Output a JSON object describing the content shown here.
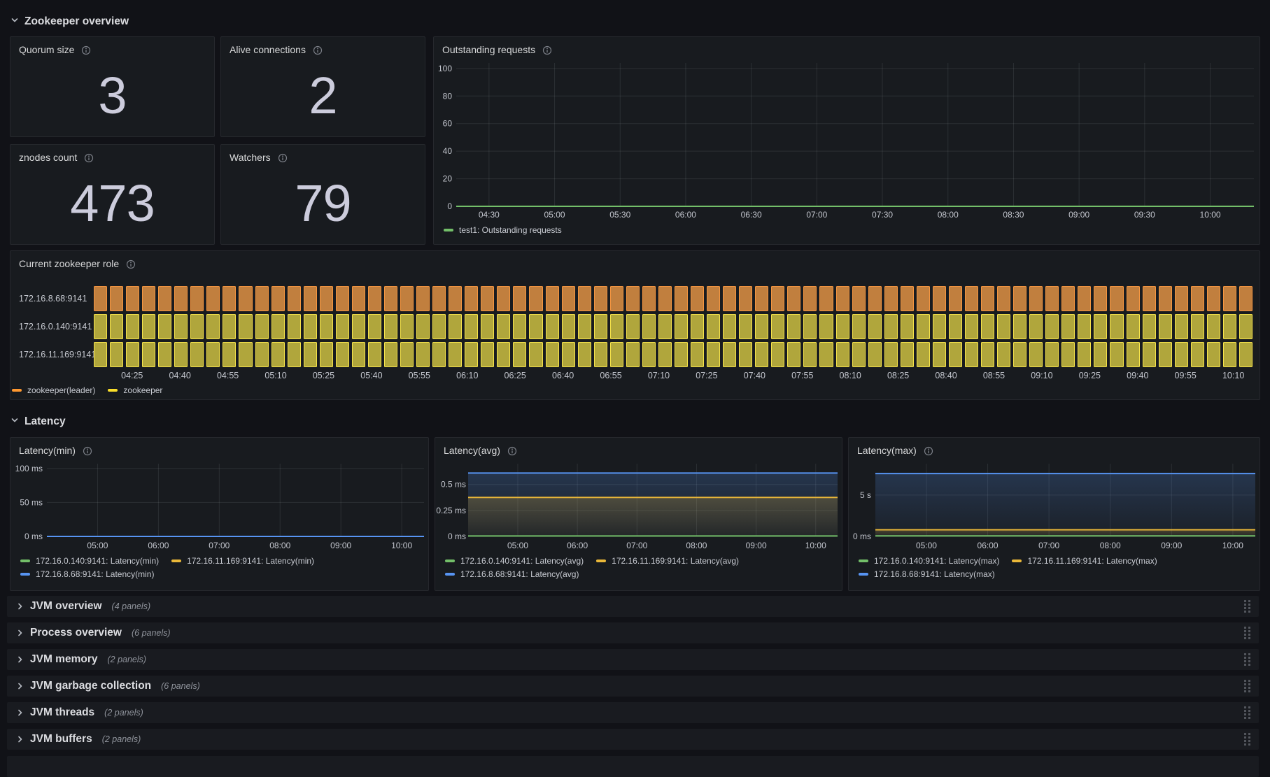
{
  "sections": [
    {
      "title": "Zookeeper overview",
      "state": "expanded"
    },
    {
      "title": "Latency",
      "state": "expanded"
    }
  ],
  "stats": [
    {
      "title": "Quorum size",
      "value": "3"
    },
    {
      "title": "Alive connections",
      "value": "2"
    },
    {
      "title": "znodes count",
      "value": "473"
    },
    {
      "title": "Watchers",
      "value": "79"
    }
  ],
  "colors": {
    "green": "#73bf69",
    "yellow": "#eab839",
    "blue": "#5794f2",
    "orange_border": "#ff9830",
    "orange_fill": "#c17f3e",
    "yellow_border": "#f6e34a",
    "yellow_fill": "#b0a63c",
    "legend_orange": "#ff9830",
    "legend_yellow": "#fade2a",
    "panel_bg": "#181b1f",
    "page_bg": "#111217"
  },
  "chart_data": [
    {
      "id": "outstanding-requests",
      "type": "line",
      "title": "Outstanding requests",
      "x_domain": [
        255,
        620
      ],
      "x_ticks": [
        {
          "m": 270,
          "label": "04:30"
        },
        {
          "m": 300,
          "label": "05:00"
        },
        {
          "m": 330,
          "label": "05:30"
        },
        {
          "m": 360,
          "label": "06:00"
        },
        {
          "m": 390,
          "label": "06:30"
        },
        {
          "m": 420,
          "label": "07:00"
        },
        {
          "m": 450,
          "label": "07:30"
        },
        {
          "m": 480,
          "label": "08:00"
        },
        {
          "m": 510,
          "label": "08:30"
        },
        {
          "m": 540,
          "label": "09:00"
        },
        {
          "m": 570,
          "label": "09:30"
        },
        {
          "m": 600,
          "label": "10:00"
        }
      ],
      "ylim": [
        0,
        104
      ],
      "y_ticks": [
        {
          "v": 0,
          "label": "0"
        },
        {
          "v": 20,
          "label": "20"
        },
        {
          "v": 40,
          "label": "40"
        },
        {
          "v": 60,
          "label": "60"
        },
        {
          "v": 80,
          "label": "80"
        },
        {
          "v": 100,
          "label": "100"
        }
      ],
      "series": [
        {
          "name": "test1: Outstanding requests",
          "color": "#73bf69",
          "value": 0,
          "fill": false
        }
      ],
      "legend_rows": [
        [
          {
            "label": "test1: Outstanding requests",
            "color": "#73bf69"
          }
        ]
      ]
    },
    {
      "id": "current-zookeeper-role",
      "type": "state-timeline",
      "title": "Current zookeeper role",
      "x_domain": [
        253,
        616
      ],
      "bar_count": 72,
      "x_ticks": [
        {
          "m": 265,
          "label": "04:25"
        },
        {
          "m": 280,
          "label": "04:40"
        },
        {
          "m": 295,
          "label": "04:55"
        },
        {
          "m": 310,
          "label": "05:10"
        },
        {
          "m": 325,
          "label": "05:25"
        },
        {
          "m": 340,
          "label": "05:40"
        },
        {
          "m": 355,
          "label": "05:55"
        },
        {
          "m": 370,
          "label": "06:10"
        },
        {
          "m": 385,
          "label": "06:25"
        },
        {
          "m": 400,
          "label": "06:40"
        },
        {
          "m": 415,
          "label": "06:55"
        },
        {
          "m": 430,
          "label": "07:10"
        },
        {
          "m": 445,
          "label": "07:25"
        },
        {
          "m": 460,
          "label": "07:40"
        },
        {
          "m": 475,
          "label": "07:55"
        },
        {
          "m": 490,
          "label": "08:10"
        },
        {
          "m": 505,
          "label": "08:25"
        },
        {
          "m": 520,
          "label": "08:40"
        },
        {
          "m": 535,
          "label": "08:55"
        },
        {
          "m": 550,
          "label": "09:10"
        },
        {
          "m": 565,
          "label": "09:25"
        },
        {
          "m": 580,
          "label": "09:40"
        },
        {
          "m": 595,
          "label": "09:55"
        },
        {
          "m": 610,
          "label": "10:10"
        }
      ],
      "rows": [
        {
          "label": "172.16.8.68:9141",
          "state": "zookeeper(leader)",
          "fill": "#c17f3e",
          "border": "#f59640"
        },
        {
          "label": "172.16.0.140:9141",
          "state": "zookeeper",
          "fill": "#b0a63c",
          "border": "#f6e34a"
        },
        {
          "label": "172.16.11.169:9141",
          "state": "zookeeper",
          "fill": "#b0a63c",
          "border": "#f6e34a"
        }
      ],
      "legend_rows": [
        [
          {
            "label": "zookeeper(leader)",
            "color": "#ff9830"
          },
          {
            "label": "zookeeper",
            "color": "#fade2a"
          }
        ]
      ]
    },
    {
      "id": "latency-min",
      "type": "line",
      "title": "Latency(min)",
      "x_domain": [
        250,
        622
      ],
      "x_ticks": [
        {
          "m": 300,
          "label": "05:00"
        },
        {
          "m": 360,
          "label": "06:00"
        },
        {
          "m": 420,
          "label": "07:00"
        },
        {
          "m": 480,
          "label": "08:00"
        },
        {
          "m": 540,
          "label": "09:00"
        },
        {
          "m": 600,
          "label": "10:00"
        }
      ],
      "ylim": [
        0,
        107
      ],
      "y_ticks": [
        {
          "v": 0,
          "label": "0 ms"
        },
        {
          "v": 50,
          "label": "50 ms"
        },
        {
          "v": 100,
          "label": "100 ms"
        }
      ],
      "series": [
        {
          "name": "172.16.0.140:9141: Latency(min)",
          "color": "#73bf69",
          "value": 0,
          "fill": false
        },
        {
          "name": "172.16.11.169:9141: Latency(min)",
          "color": "#eab839",
          "value": 0,
          "fill": false
        },
        {
          "name": "172.16.8.68:9141: Latency(min)",
          "color": "#5794f2",
          "value": 0,
          "fill": false
        }
      ],
      "legend_rows": [
        [
          {
            "label": "172.16.0.140:9141: Latency(min)",
            "color": "#73bf69"
          },
          {
            "label": "172.16.11.169:9141: Latency(min)",
            "color": "#eab839"
          }
        ],
        [
          {
            "label": "172.16.8.68:9141: Latency(min)",
            "color": "#5794f2"
          }
        ]
      ]
    },
    {
      "id": "latency-avg",
      "type": "line",
      "title": "Latency(avg)",
      "x_domain": [
        250,
        622
      ],
      "x_ticks": [
        {
          "m": 300,
          "label": "05:00"
        },
        {
          "m": 360,
          "label": "06:00"
        },
        {
          "m": 420,
          "label": "07:00"
        },
        {
          "m": 480,
          "label": "08:00"
        },
        {
          "m": 540,
          "label": "09:00"
        },
        {
          "m": 600,
          "label": "10:00"
        }
      ],
      "ylim": [
        0,
        0.7
      ],
      "y_ticks": [
        {
          "v": 0,
          "label": "0 ms"
        },
        {
          "v": 0.25,
          "label": "0.25 ms"
        },
        {
          "v": 0.5,
          "label": "0.5 ms"
        }
      ],
      "series": [
        {
          "name": "172.16.8.68:9141: Latency(avg)",
          "color": "#5794f2",
          "value": 0.61,
          "fill": true
        },
        {
          "name": "172.16.11.169:9141: Latency(avg)",
          "color": "#eab839",
          "value": 0.375,
          "fill": true
        },
        {
          "name": "172.16.0.140:9141: Latency(avg)",
          "color": "#73bf69",
          "value": 0.004,
          "fill": false
        }
      ],
      "legend_rows": [
        [
          {
            "label": "172.16.0.140:9141: Latency(avg)",
            "color": "#73bf69"
          },
          {
            "label": "172.16.11.169:9141: Latency(avg)",
            "color": "#eab839"
          }
        ],
        [
          {
            "label": "172.16.8.68:9141: Latency(avg)",
            "color": "#5794f2"
          }
        ]
      ]
    },
    {
      "id": "latency-max",
      "type": "line",
      "title": "Latency(max)",
      "x_domain": [
        250,
        622
      ],
      "x_ticks": [
        {
          "m": 300,
          "label": "05:00"
        },
        {
          "m": 360,
          "label": "06:00"
        },
        {
          "m": 420,
          "label": "07:00"
        },
        {
          "m": 480,
          "label": "08:00"
        },
        {
          "m": 540,
          "label": "09:00"
        },
        {
          "m": 600,
          "label": "10:00"
        }
      ],
      "ylim": [
        0,
        8.8
      ],
      "y_ticks": [
        {
          "v": 0,
          "label": "0 ms"
        },
        {
          "v": 5,
          "label": "5 s"
        }
      ],
      "series": [
        {
          "name": "172.16.8.68:9141: Latency(max)",
          "color": "#5794f2",
          "value": 7.6,
          "fill": true
        },
        {
          "name": "172.16.11.169:9141: Latency(max)",
          "color": "#eab839",
          "value": 0.8,
          "fill": true
        },
        {
          "name": "172.16.0.140:9141: Latency(max)",
          "color": "#73bf69",
          "value": 0.06,
          "fill": false
        }
      ],
      "legend_rows": [
        [
          {
            "label": "172.16.0.140:9141: Latency(max)",
            "color": "#73bf69"
          },
          {
            "label": "172.16.11.169:9141: Latency(max)",
            "color": "#eab839"
          }
        ],
        [
          {
            "label": "172.16.8.68:9141: Latency(max)",
            "color": "#5794f2"
          }
        ]
      ]
    }
  ],
  "collapsed_rows": [
    {
      "title": "JVM overview",
      "count": "(4 panels)"
    },
    {
      "title": "Process overview",
      "count": "(6 panels)"
    },
    {
      "title": "JVM memory",
      "count": "(2 panels)"
    },
    {
      "title": "JVM garbage collection",
      "count": "(6 panels)"
    },
    {
      "title": "JVM threads",
      "count": "(2 panels)"
    },
    {
      "title": "JVM buffers",
      "count": "(2 panels)"
    }
  ]
}
